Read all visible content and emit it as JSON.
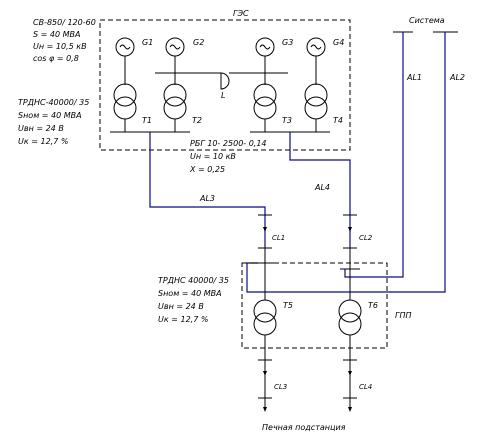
{
  "title_gs": "ГЭС",
  "gen_params": [
    "СВ-850/ 120-60",
    "S = 40 МВА",
    "Uн = 10,5 кВ",
    "cos φ = 0,8"
  ],
  "gens": [
    "G1",
    "G2",
    "G3",
    "G4"
  ],
  "transformers_top": [
    "T1",
    "T2",
    "T3",
    "T4"
  ],
  "trans_top_params": [
    "ТРДНС-40000/ 35",
    "Sном = 40 МВА",
    "Uвн = 24 В",
    "Uк = 12,7 %"
  ],
  "reactor_label": "L",
  "reactor_params": [
    "РБГ 10- 2500- 0,14",
    "Uн = 10 кВ",
    "X = 0,25"
  ],
  "system_label": "Система",
  "lines": [
    "AL1",
    "AL2",
    "AL3",
    "AL4"
  ],
  "switches": [
    "CL1",
    "CL2",
    "CL3",
    "CL4"
  ],
  "gpp_label": "ГПП",
  "transformers_bottom": [
    "T5",
    "T6"
  ],
  "trans_bottom_params": [
    "ТРДНС 40000/ 35",
    "Sном = 40 МВА",
    "Uвн = 24 В",
    "Uк = 12,7 %"
  ],
  "bottom_caption": "Печная подстанция"
}
